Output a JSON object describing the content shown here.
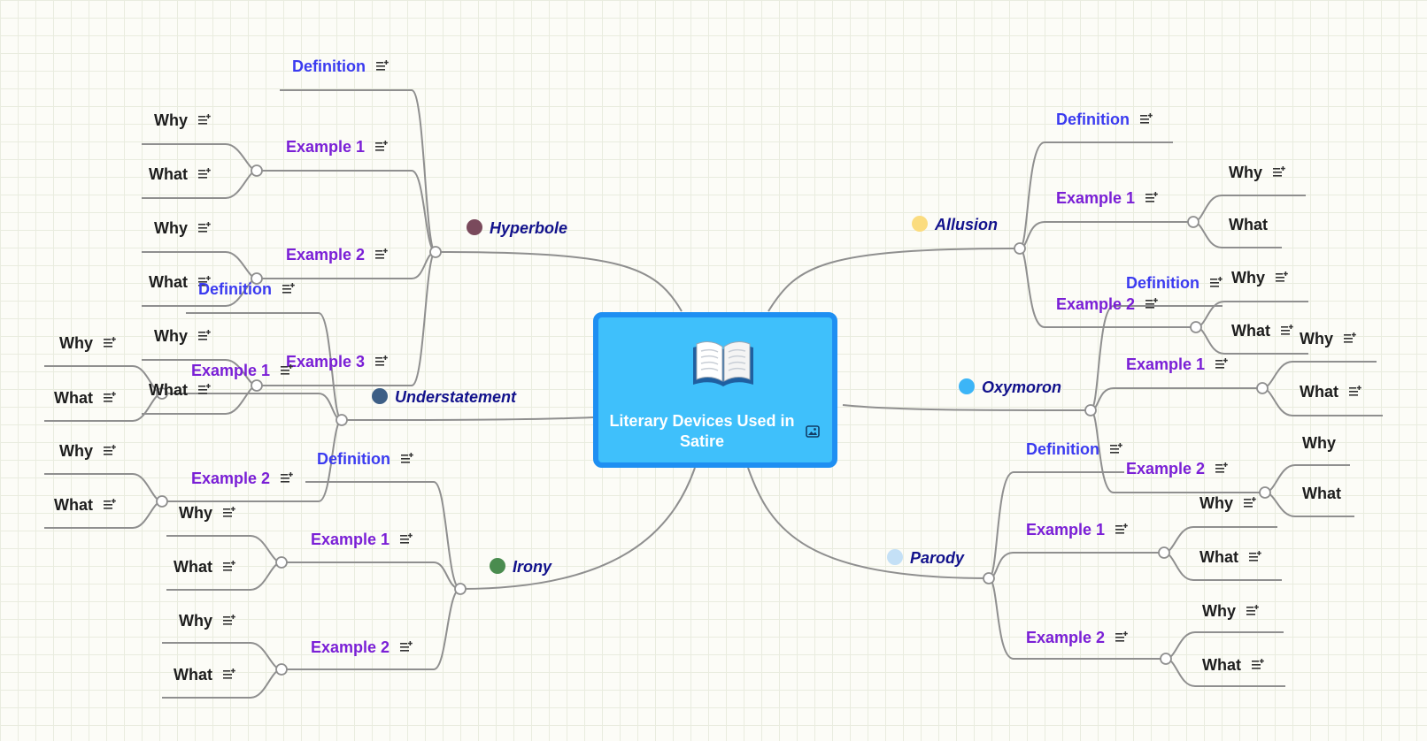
{
  "central": {
    "title": "Literary Devices Used in Satire",
    "icon": "open-book-icon",
    "badge_icon": "image-icon"
  },
  "labels": {
    "definition": "Definition",
    "example1": "Example 1",
    "example2": "Example 2",
    "example3": "Example 3",
    "why": "Why",
    "what": "What"
  },
  "branches": {
    "hyperbole": {
      "label": "Hyperbole",
      "color": "#7a4a5c"
    },
    "understatement": {
      "label": "Understatement",
      "color": "#3d5f86"
    },
    "irony": {
      "label": "Irony",
      "color": "#4a8c4f"
    },
    "allusion": {
      "label": "Allusion",
      "color": "#fbdc7f"
    },
    "oxymoron": {
      "label": "Oxymoron",
      "color": "#3cb5f7"
    },
    "parody": {
      "label": "Parody",
      "color": "#c4e0f6"
    }
  },
  "colors": {
    "central_fill": "#3fc0fb",
    "central_border": "#1e8ff2",
    "definition_text": "#3b3bf0",
    "example_text": "#7a1fd6",
    "branch_text": "#12128c",
    "connector": "#8f8f8f"
  },
  "icons": {
    "note": "note-icon"
  }
}
